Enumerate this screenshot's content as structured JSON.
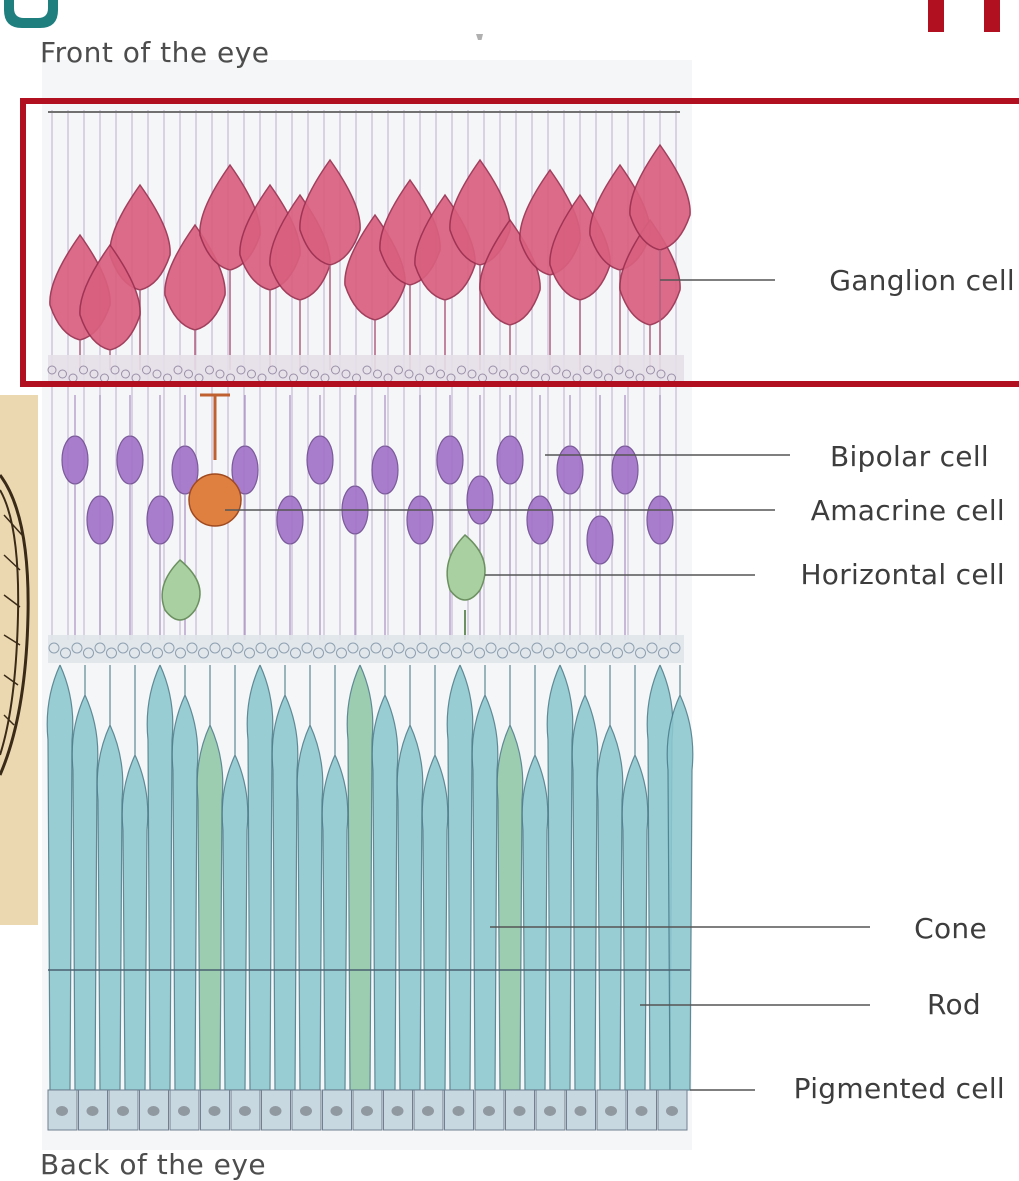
{
  "colors": {
    "accent_frame": "#b01020",
    "teal_heading": "#1f7f7f",
    "ganglion": "#d9607f",
    "bipolar": "#a070c8",
    "amacrine": "#e08040",
    "horizontal": "#a8d0a0",
    "rod": "#8cc8d0",
    "cone": "#90c8a8",
    "pigment": "#c8d8e0"
  },
  "captions": {
    "front": "Front of the eye",
    "back": "Back of the eye"
  },
  "labels": [
    "Ganglion cell",
    "Bipolar cell",
    "Amacrine cell",
    "Horizontal cell",
    "Cone",
    "Rod",
    "Pigmented cell"
  ]
}
